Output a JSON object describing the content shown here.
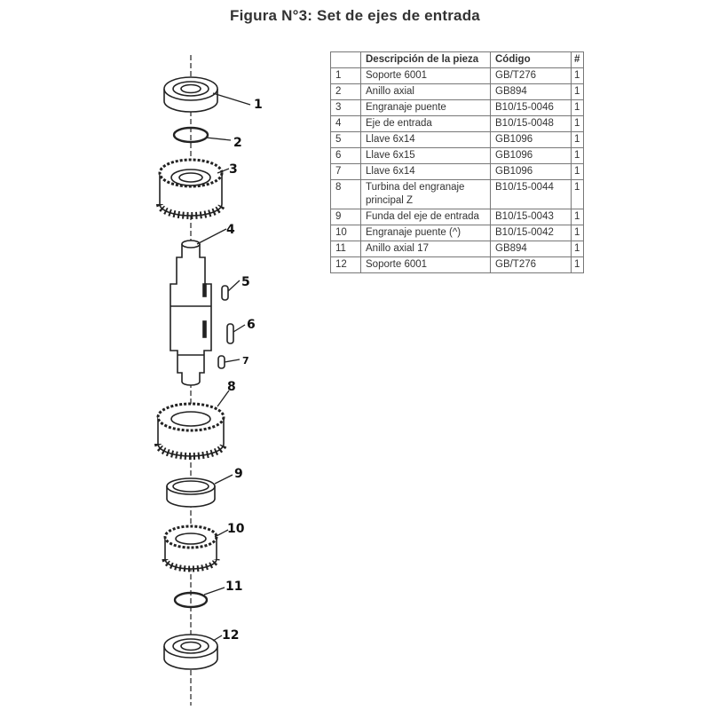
{
  "title": "Figura N°3: Set de ejes de entrada",
  "table": {
    "headers": [
      "",
      "Descripción de la pieza",
      "Código",
      "#"
    ],
    "rows": [
      [
        "1",
        "Soporte 6001",
        "GB/T276",
        "1"
      ],
      [
        "2",
        "Anillo axial",
        "GB894",
        "1"
      ],
      [
        "3",
        "Engranaje puente",
        "B10/15-0046",
        "1"
      ],
      [
        "4",
        "Eje de entrada",
        "B10/15-0048",
        "1"
      ],
      [
        "5",
        "Llave 6x14",
        "GB1096",
        "1"
      ],
      [
        "6",
        "Llave 6x15",
        "GB1096",
        "1"
      ],
      [
        "7",
        "Llave 6x14",
        "GB1096",
        "1"
      ],
      [
        "8",
        "Turbina del engranaje principal Z",
        "B10/15-0044",
        "1"
      ],
      [
        "9",
        "Funda del eje de entrada",
        "B10/15-0043",
        "1"
      ],
      [
        "10",
        "Engranaje puente (^)",
        "B10/15-0042",
        "1"
      ],
      [
        "11",
        "Anillo axial 17",
        "GB894",
        "1"
      ],
      [
        "12",
        "Soporte 6001",
        "GB/T276",
        "1"
      ]
    ]
  },
  "diagram_labels": [
    "1",
    "2",
    "3",
    "4",
    "5",
    "6",
    "7",
    "8",
    "9",
    "10",
    "11",
    "12"
  ]
}
